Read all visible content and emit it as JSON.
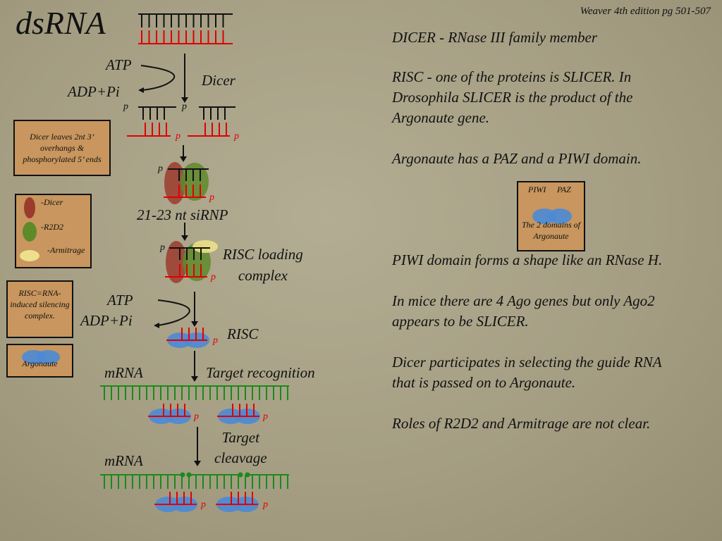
{
  "title": "dsRNA",
  "reference": "Weaver 4th edition pg 501-507",
  "labels": {
    "atp1": "ATP",
    "adp1": "ADP+Pi",
    "dicer": "Dicer",
    "sirnp": "21-23 nt siRNP",
    "risc_loading": "RISC loading\ncomplex",
    "atp2": "ATP",
    "adp2": "ADP+Pi",
    "risc": "RISC",
    "mrna1": "mRNA",
    "target_recognition": "Target recognition",
    "target_cleavage": "Target\ncleavage",
    "mrna2": "mRNA",
    "p": "p"
  },
  "boxes": {
    "dicer_note": "Dicer leaves 2nt 3’ overhangs & phosphorylated 5’ ends",
    "legend_dicer": "-Dicer",
    "legend_r2d2": "-R2D2",
    "legend_armitrage": "-Armitrage",
    "risc_def": "RISC=RNA-induced silencing complex.",
    "argonaute": "Argonaute",
    "domains_piwi": "PIWI",
    "domains_paz": "PAZ",
    "domains_caption": "The 2 domains of Argonaute"
  },
  "text": {
    "p1": "DICER - RNase III family member",
    "p2": "RISC - one of the proteins is SLICER. In\nDrosophila SLICER is the product of the\nArgonaute gene.",
    "p3": "Argonaute has a PAZ and a PIWI domain.",
    "p4": "PIWI domain forms a shape like an RNase H.",
    "p5": "In mice there are 4 Ago genes but only Ago2\nappears to be SLICER.",
    "p6": "Dicer participates in selecting the guide RNA\nthat is passed on to Argonaute.",
    "p7": "Roles of R2D2 and Armitrage are not clear."
  },
  "colors": {
    "background": "#a8a186",
    "strand_red": "#e00000",
    "mrna_green": "#1a8a1a",
    "dicer": "#9b3b2e",
    "r2d2": "#5e8a2a",
    "armitrage": "#ece08a",
    "argonaute": "#4b8ad6",
    "box": "#c8965e"
  }
}
